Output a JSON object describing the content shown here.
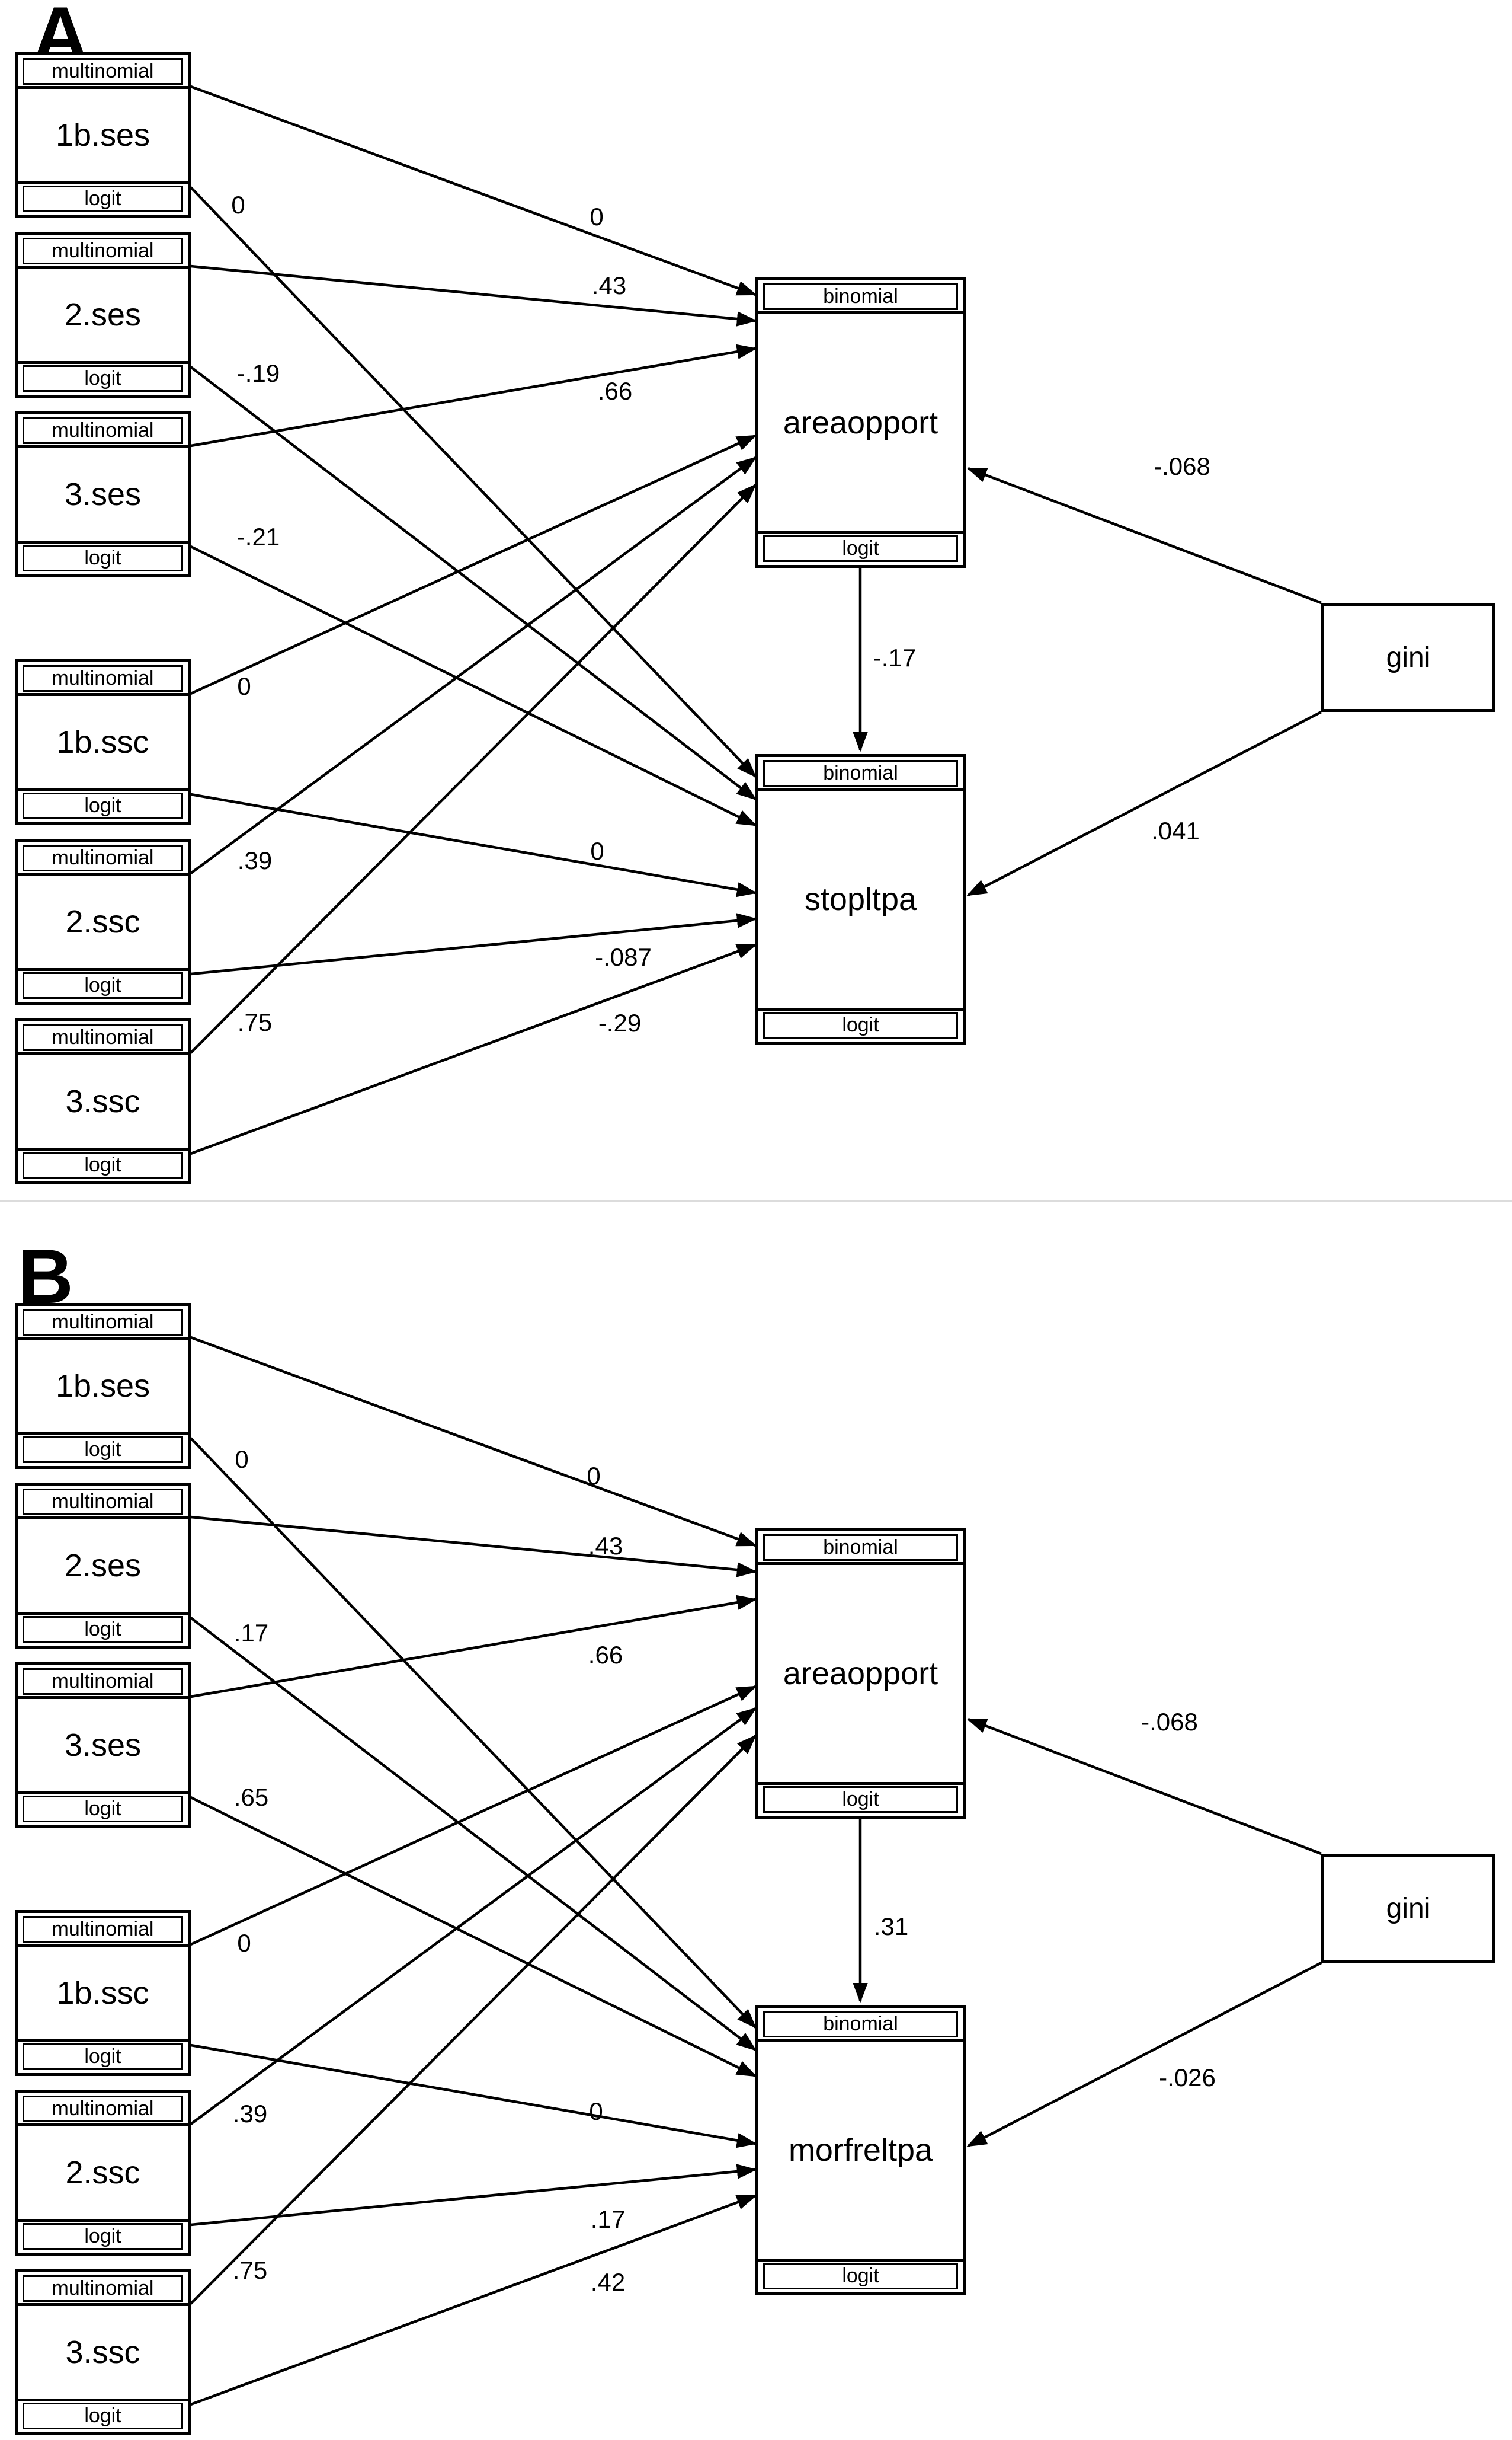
{
  "panels": [
    {
      "label": "A",
      "predictors": [
        {
          "family": "multinomial",
          "name": "1b.ses",
          "link": "logit"
        },
        {
          "family": "multinomial",
          "name": "2.ses",
          "link": "logit"
        },
        {
          "family": "multinomial",
          "name": "3.ses",
          "link": "logit"
        },
        {
          "family": "multinomial",
          "name": "1b.ssc",
          "link": "logit"
        },
        {
          "family": "multinomial",
          "name": "2.ssc",
          "link": "logit"
        },
        {
          "family": "multinomial",
          "name": "3.ssc",
          "link": "logit"
        }
      ],
      "outcome_top": {
        "family": "binomial",
        "name": "areaopport",
        "link": "logit"
      },
      "outcome_bottom": {
        "family": "binomial",
        "name": "stopltpa",
        "link": "logit"
      },
      "covariate": {
        "name": "gini"
      },
      "coef": {
        "pred_to_top": [
          "0",
          ".43",
          ".66",
          "0",
          ".39",
          ".75"
        ],
        "pred_to_bottom": [
          "0",
          "-.19",
          "-.21",
          "0",
          "-.087",
          "-.29"
        ],
        "top_to_bottom": "-.17",
        "gini_to_top": "-.068",
        "gini_to_bottom": ".041"
      }
    },
    {
      "label": "B",
      "predictors": [
        {
          "family": "multinomial",
          "name": "1b.ses",
          "link": "logit"
        },
        {
          "family": "multinomial",
          "name": "2.ses",
          "link": "logit"
        },
        {
          "family": "multinomial",
          "name": "3.ses",
          "link": "logit"
        },
        {
          "family": "multinomial",
          "name": "1b.ssc",
          "link": "logit"
        },
        {
          "family": "multinomial",
          "name": "2.ssc",
          "link": "logit"
        },
        {
          "family": "multinomial",
          "name": "3.ssc",
          "link": "logit"
        }
      ],
      "outcome_top": {
        "family": "binomial",
        "name": "areaopport",
        "link": "logit"
      },
      "outcome_bottom": {
        "family": "binomial",
        "name": "morfreltpa",
        "link": "logit"
      },
      "covariate": {
        "name": "gini"
      },
      "coef": {
        "pred_to_top": [
          "0",
          ".43",
          ".66",
          "0",
          ".39",
          ".75"
        ],
        "pred_to_bottom": [
          "0",
          ".17",
          ".65",
          "0",
          ".17",
          ".42"
        ],
        "top_to_bottom": ".31",
        "gini_to_top": "-.068",
        "gini_to_bottom": "-.026"
      }
    }
  ]
}
